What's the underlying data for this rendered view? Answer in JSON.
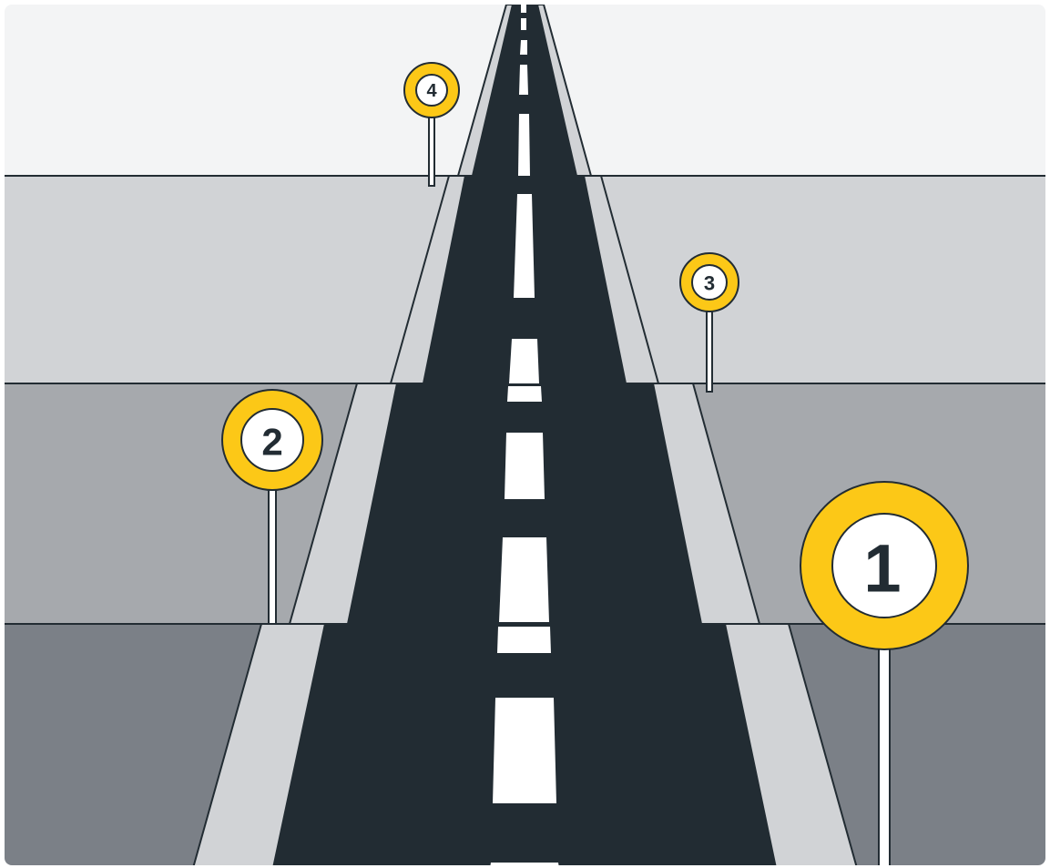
{
  "signs": [
    {
      "number": "1"
    },
    {
      "number": "2"
    },
    {
      "number": "3"
    },
    {
      "number": "4"
    }
  ],
  "colors": {
    "sky": "#f3f4f5",
    "band_far": "#d1d3d6",
    "band_mid": "#a6a9ad",
    "band_near": "#7b8087",
    "road": "#222c33",
    "shoulder": "#d1d3d6",
    "sign_ring": "#fcc817",
    "outline": "#222c33",
    "marking": "#ffffff"
  }
}
